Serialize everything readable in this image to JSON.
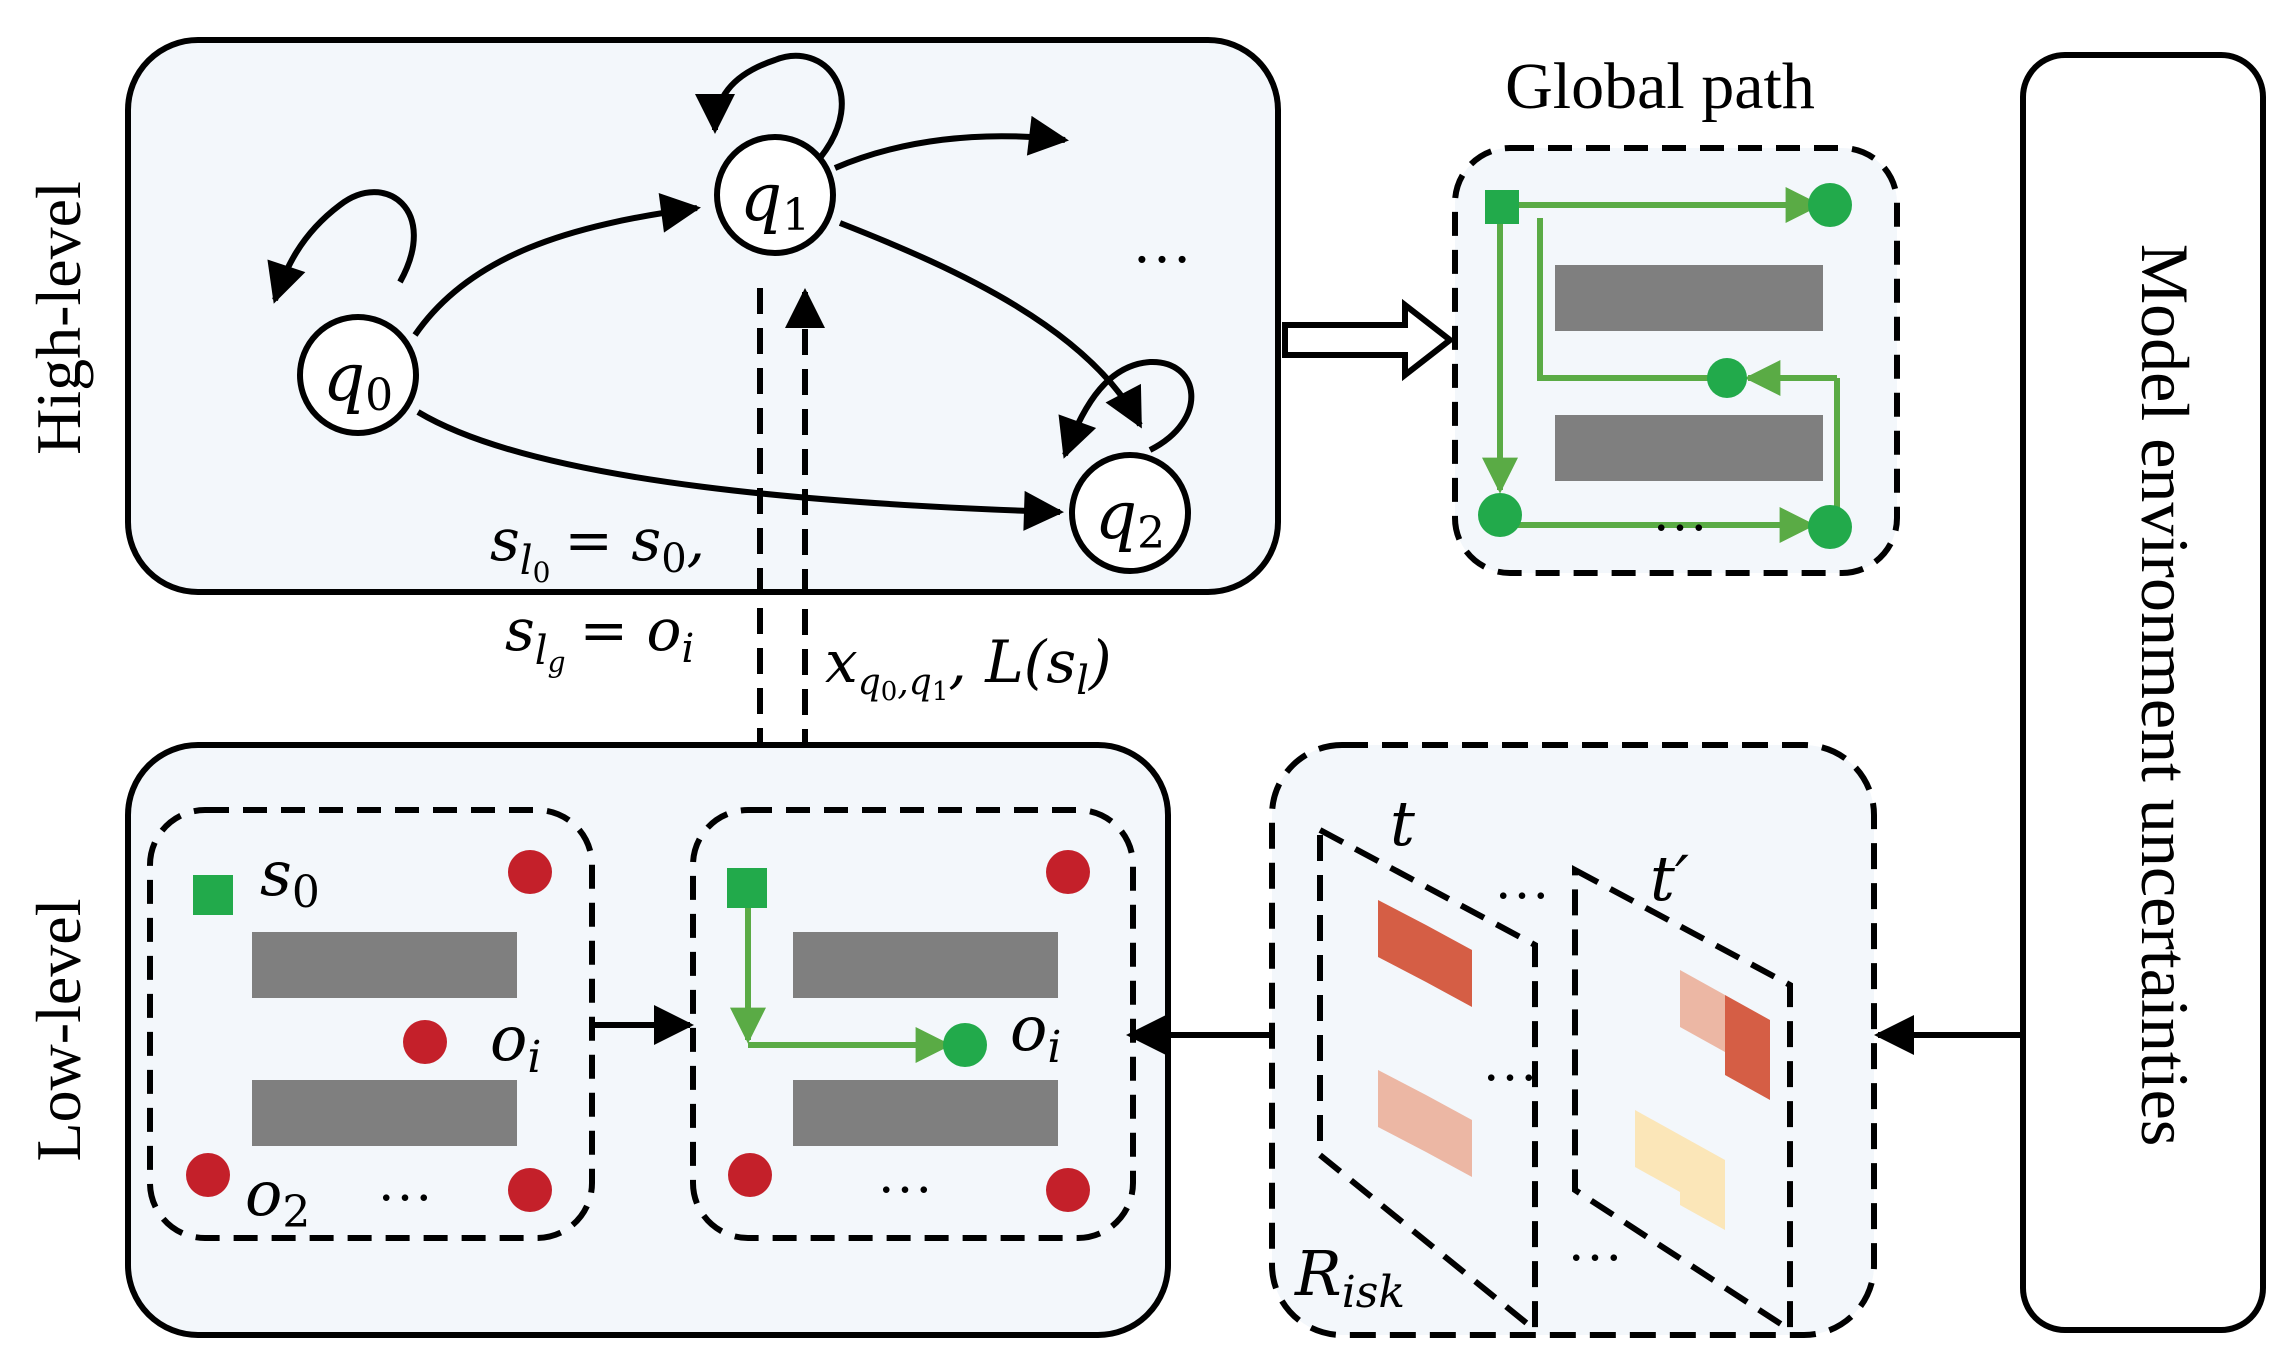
{
  "labels": {
    "high_level": "High-level",
    "low_level": "Low-level",
    "global_path": "Global path",
    "uncertainties": "Model environment uncertainties",
    "ellipsis": "…",
    "risk_main": "R",
    "risk_sub": "isk",
    "t": "t",
    "t_prime": "t′"
  },
  "states": [
    {
      "letter": "q",
      "sub": "0"
    },
    {
      "letter": "q",
      "sub": "1"
    },
    {
      "letter": "q",
      "sub": "2"
    }
  ],
  "down_eq": {
    "line1": {
      "s": "s",
      "l": "l",
      "sub": "0",
      "rhs": "= s",
      "rhs_sub": "0",
      "tail": ","
    },
    "line2": {
      "s": "s",
      "l": "l",
      "sub": "g",
      "rhs": "= o",
      "rhs_sub": "i"
    }
  },
  "up_eq": {
    "x": "x",
    "xsub": "q",
    "xsub0": "0",
    "comma": ",",
    "xsub1": "q",
    "xsub1b": "1",
    "rest": ", L(s",
    "rest_sub": "l",
    "close": ")"
  },
  "low_left": {
    "s": "s",
    "s_sub": "0",
    "o": "o",
    "o_sub": "i",
    "o2": "o",
    "o2_sub": "2"
  },
  "low_right": {
    "o": "o",
    "o_sub": "i"
  },
  "colors": {
    "panel_fill": "#f3f7fb",
    "stroke": "#000000",
    "green": "#22aa4b",
    "green_arrow": "#5aab45",
    "red": "#c4202a",
    "gray": "#7f7f7f",
    "risk_dark": "#d55e45",
    "risk_light": "#ecb7a4",
    "risk_yellow": "#fbe6b8"
  }
}
